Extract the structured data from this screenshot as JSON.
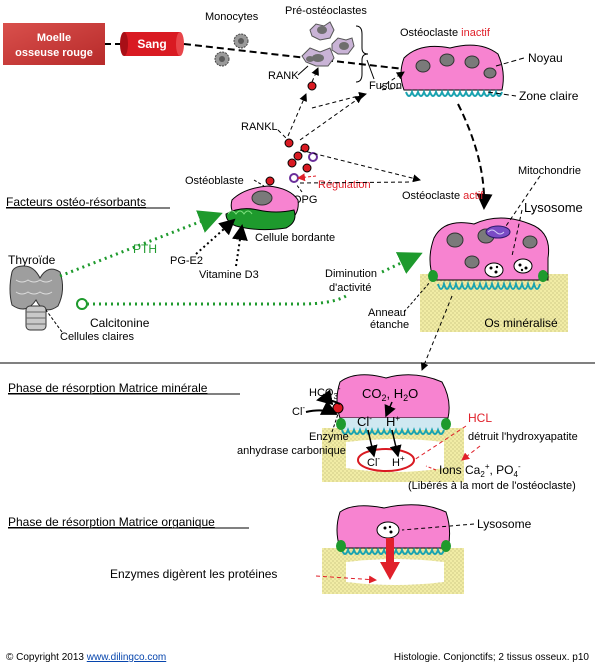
{
  "labels": {
    "moelle_1": "Moelle",
    "moelle_2": "osseuse rouge",
    "sang": "Sang",
    "monocytes": "Monocytes",
    "pre_osteoclastes": "Pré-ostéoclastes",
    "rank": "RANK",
    "fusion": "Fusion",
    "osteoclaste_inactif_a": "Ostéoclaste ",
    "osteoclaste_inactif_b": "inactif",
    "noyau": "Noyau",
    "zone_claire": "Zone claire",
    "rankl": "RANKL",
    "osteoblaste": "Ostéoblaste",
    "regulation": "Régulation",
    "opg": "OPG",
    "osteoclaste_actif_a": "Ostéoclaste ",
    "osteoclaste_actif_b": "actif",
    "mitochondrie": "Mitochondrie",
    "lysosome": "Lysosome",
    "facteurs": "Facteurs ostéo-résorbants",
    "cellule_bordante": "Cellule bordante",
    "pth": "PTH",
    "thyroide": "Thyroïde",
    "pg_e2": "PG-E2",
    "vitamine_d3": "Vitamine D3",
    "diminution_1": "Diminution",
    "diminution_2": "d'activité",
    "calcitonine": "Calcitonine",
    "cellules_claires": "Cellules claires",
    "anneau_1": "Anneau",
    "anneau_2": "étanche",
    "os_mineralise": "Os minéralisé",
    "phase_minerale": "Phase de résorption Matrice minérale",
    "hco3": "HCO",
    "hco3_sub": "3",
    "hco3_sup": "-",
    "cl": "Cl",
    "cl_sup": "-",
    "co2_h2o": "CO",
    "co2_sub": "2",
    "co2_rest": ", H",
    "h2o_sub": "2",
    "h2o_rest": "O",
    "h": "H",
    "h_sup": "+",
    "hcl": "HCL",
    "enzyme_1": "Enzyme",
    "enzyme_2": "anhydrase carbonique",
    "detruit": "détruit l'hydroxyapatite",
    "ions_a": "Ions Ca",
    "ions_ca_sub": "2",
    "ions_ca_sup": "+",
    "ions_b": ", PO",
    "ions_po_sub": "4",
    "ions_po_sup": "-",
    "liberes": "(Libérés à la mort de l'ostéoclaste)",
    "phase_organique": "Phase de résorption Matrice organique",
    "lysosome_2": "Lysosome",
    "enzymes_digerent": "Enzymes digèrent les protéines"
  },
  "footer": {
    "copyright": "© Copyright 2013",
    "link": "www.dilingco.com",
    "source": "Histologie. Conjonctifs; 2 tissus osseux.  p10"
  },
  "colors": {
    "cell_pink": "#f783d0",
    "membrane_teal": "#1aa3b0",
    "bone_yellow": "#f1eca5",
    "green_dotted": "#1e9a2d",
    "red_text": "#e0202a",
    "sang_red": "#d91a22"
  }
}
